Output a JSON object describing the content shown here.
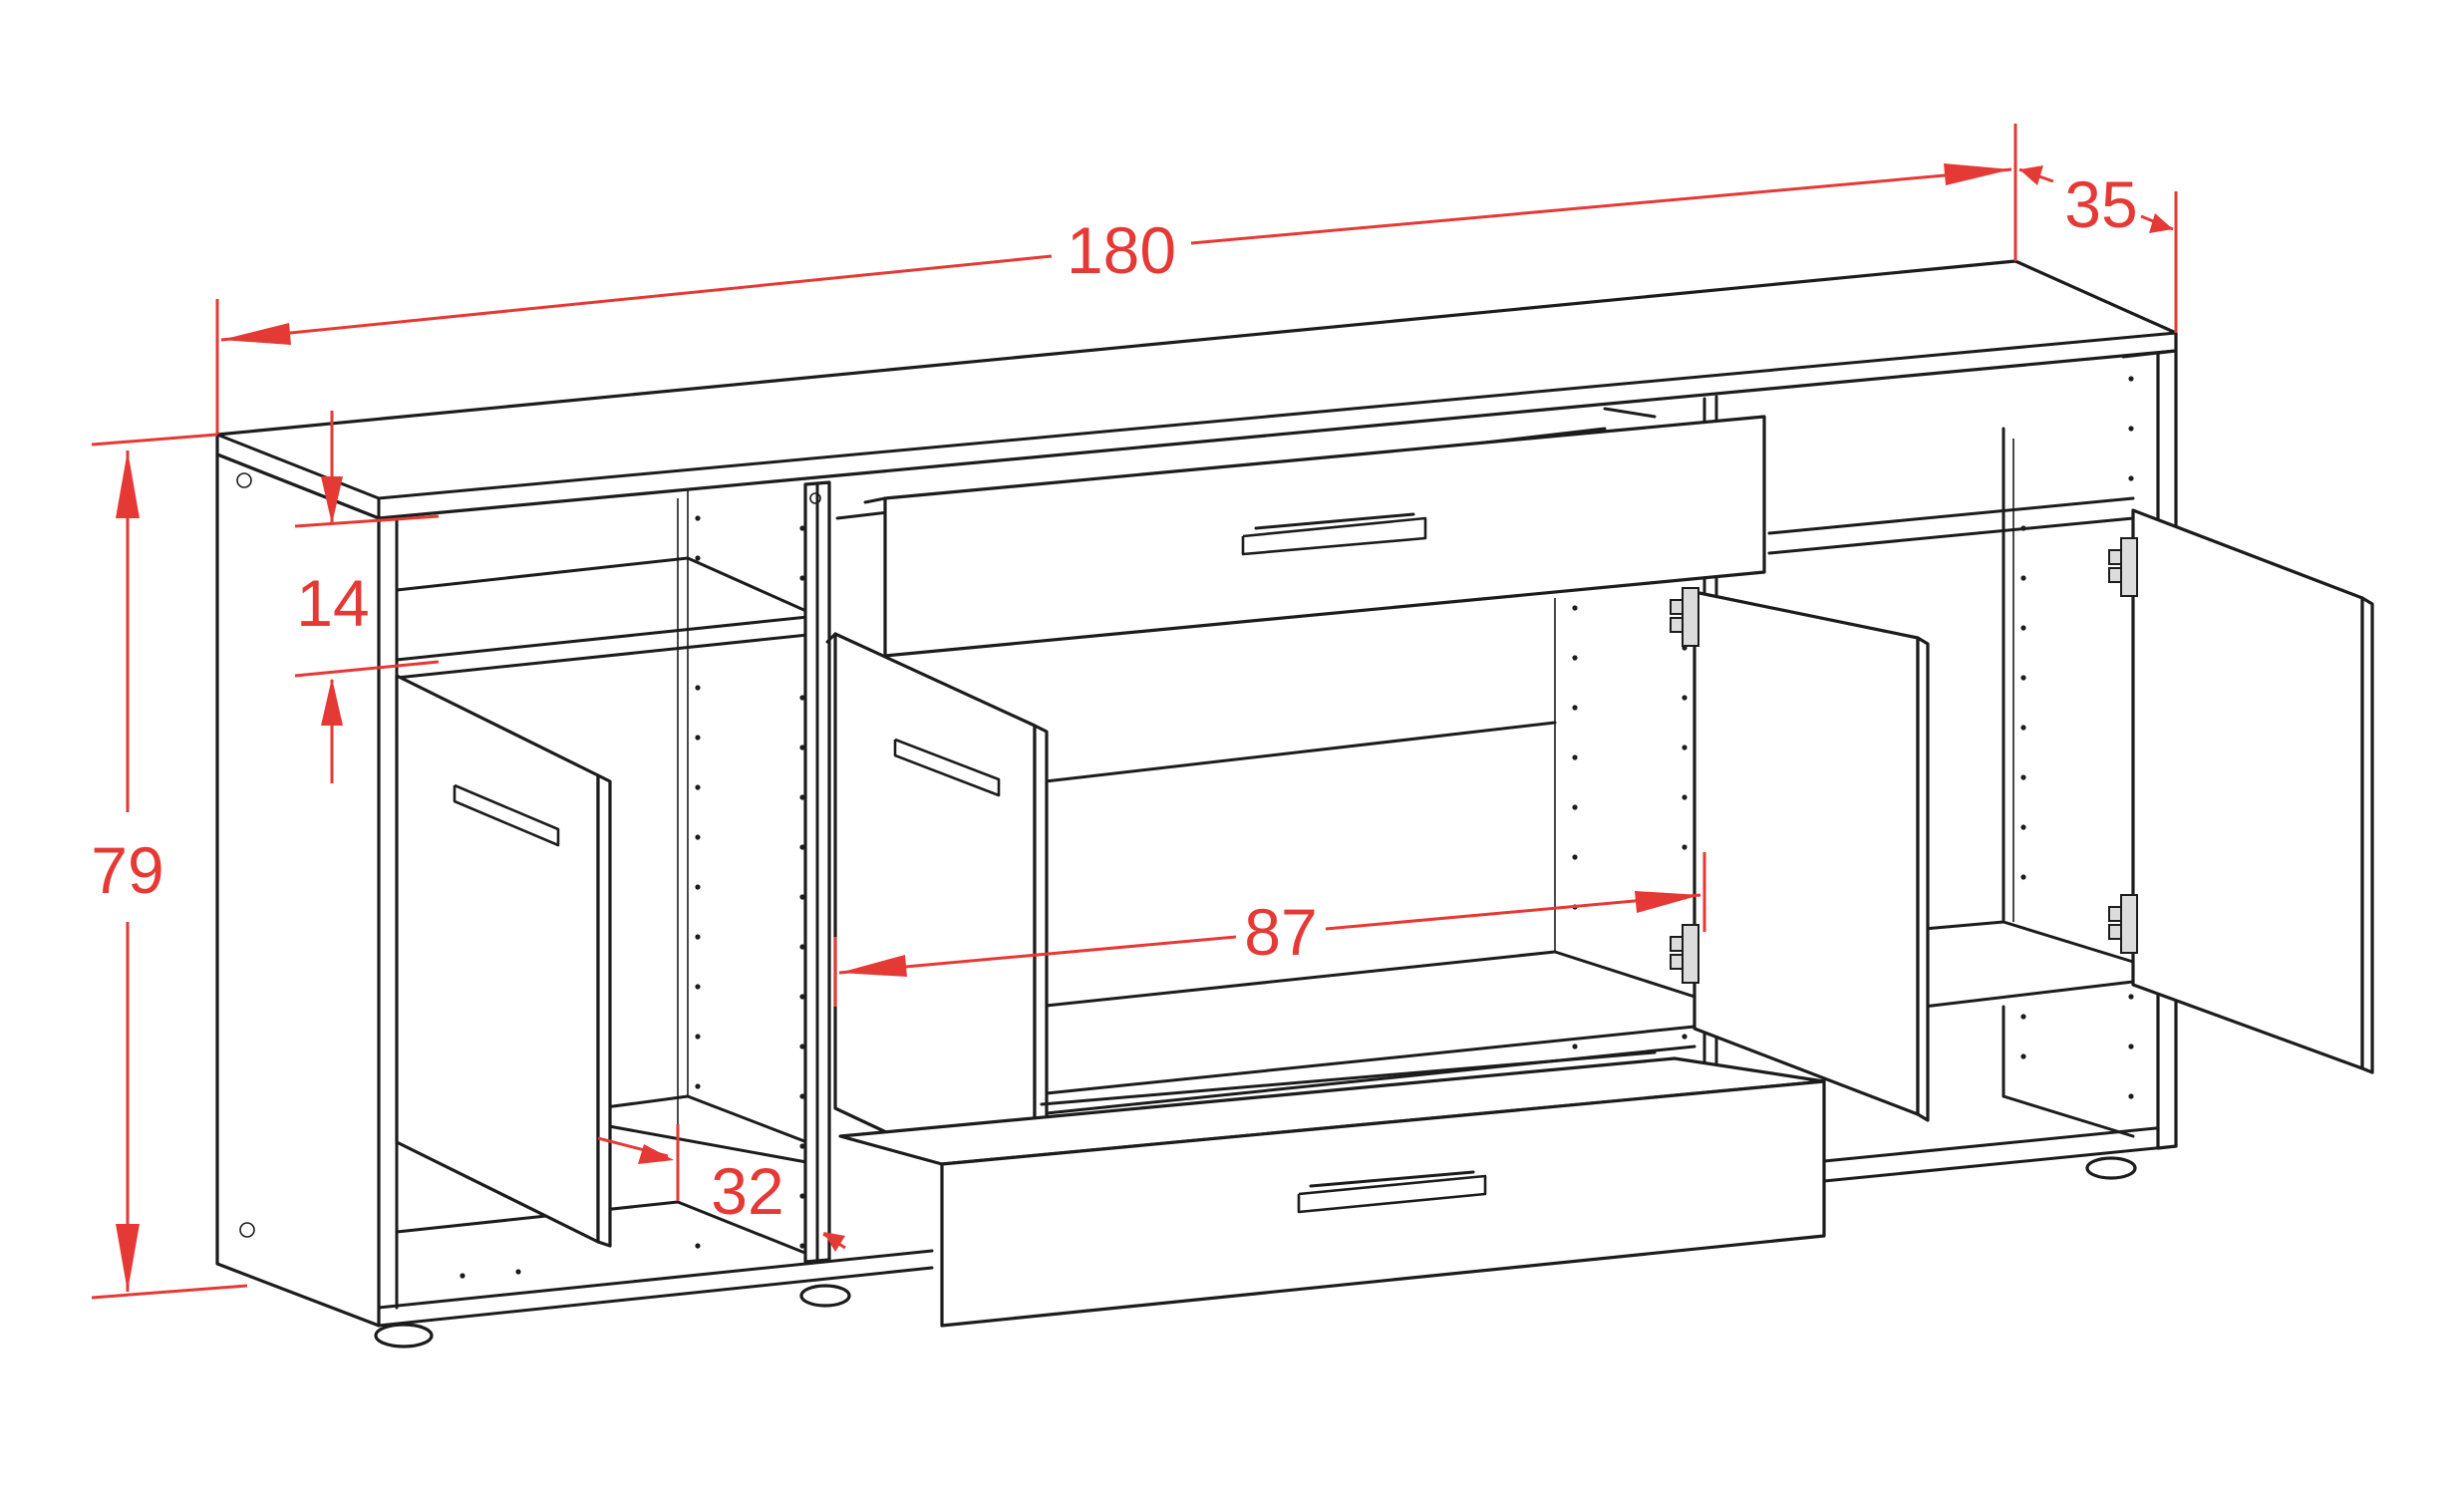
{
  "diagram": {
    "subject": "sideboard",
    "line_color": "#1c1c1c",
    "dimension_color": "#e53935",
    "dimensions": {
      "width": "180",
      "depth": "35",
      "height": "79",
      "shelf_gap": "14",
      "inner_width": "87",
      "side_depth": "32"
    }
  }
}
